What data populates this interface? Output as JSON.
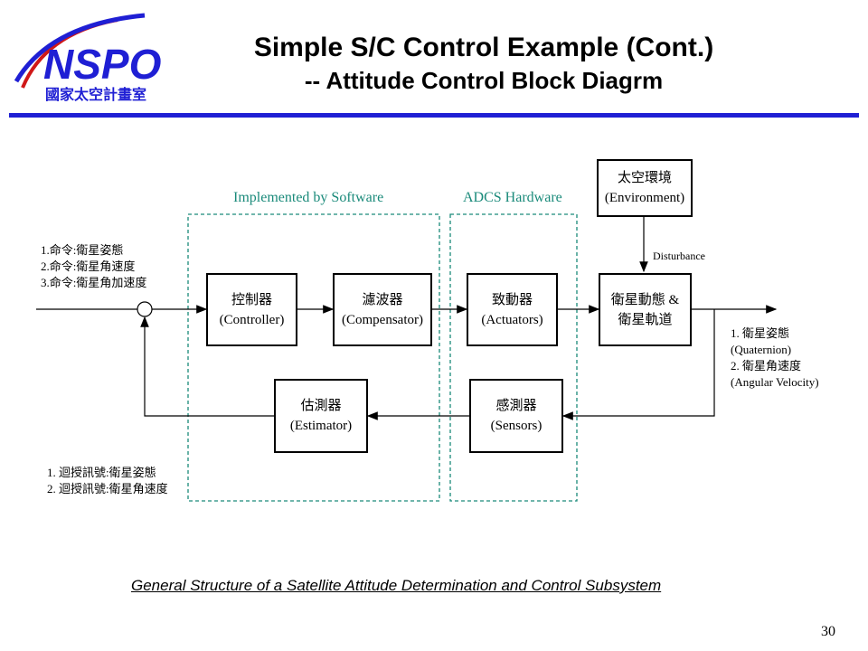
{
  "logo": {
    "wordmark": "NSPO",
    "subtitle": "國家太空計畫室"
  },
  "title": {
    "line1": "Simple S/C Control Example (Cont.)",
    "line2": "-- Attitude Control Block Diagrm"
  },
  "zones": {
    "software": "Implemented by Software",
    "hardware": "ADCS Hardware"
  },
  "blocks": {
    "controller": {
      "zh": "控制器",
      "en": "(Controller)"
    },
    "compensator": {
      "zh": "濾波器",
      "en": "(Compensator)"
    },
    "actuators": {
      "zh": "致動器",
      "en": "(Actuators)"
    },
    "dynamics": {
      "zh": "衛星動態 &",
      "zh2": "衛星軌道"
    },
    "environment": {
      "zh": "太空環境",
      "en": "(Environment)"
    },
    "estimator": {
      "zh": "估測器",
      "en": "(Estimator)"
    },
    "sensors": {
      "zh": "感測器",
      "en": "(Sensors)"
    }
  },
  "disturbance": "Disturbance",
  "commands": [
    "1.命令:衛星姿態",
    "2.命令:衛星角速度",
    "3.命令:衛星角加速度"
  ],
  "outputs": [
    "1. 衛星姿態",
    "(Quaternion)",
    "2. 衛星角速度",
    "(Angular Velocity)"
  ],
  "feedback": [
    "1. 迴授訊號:衛星姿態",
    "2. 迴授訊號:衛星角速度"
  ],
  "caption": "General Structure of a Satellite Attitude Determination and Control Subsystem",
  "page_number": "30",
  "colors": {
    "accent_line": "#1f1fd4",
    "logo_blue": "#1f1fd4",
    "logo_red": "#d01818",
    "zone_border": "#1a8a7a"
  }
}
